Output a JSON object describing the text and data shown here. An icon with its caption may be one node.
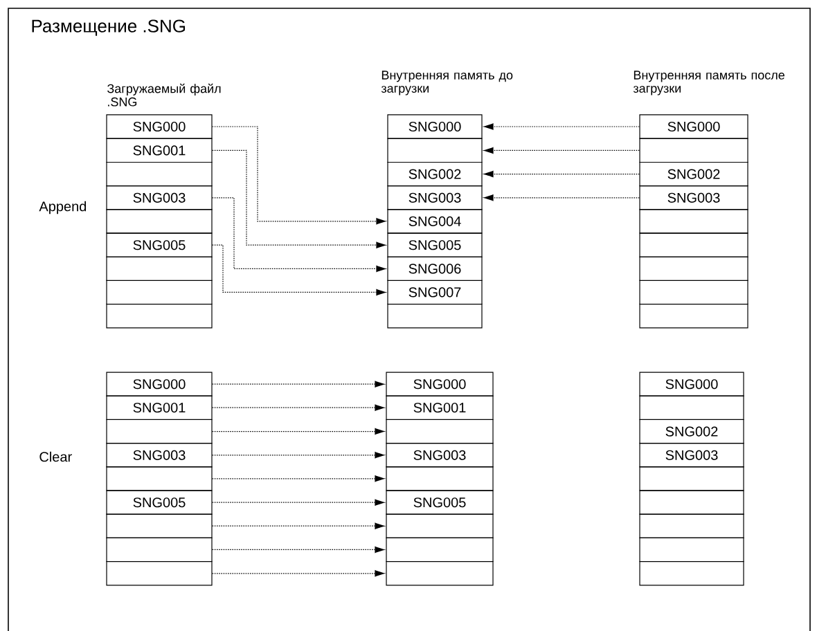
{
  "diagram": {
    "title": "Размещение .SNG",
    "nodes": [
      {
        "text": [
          "SNG000"
        ]
      },
      {
        "text": [
          "SNG001"
        ]
      },
      {
        "text": [],
        "shape": "box"
      },
      {
        "text": [
          "SNG003"
        ]
      },
      {
        "text": [],
        "shape": "box"
      },
      {
        "text": [
          "SNG005"
        ]
      },
      {
        "text": [],
        "shape": "box"
      },
      {
        "text": [],
        "shape": "box"
      },
      {
        "text": [],
        "shape": "box"
      },
      {
        "text": [
          "SNG000"
        ]
      },
      {
        "text": [],
        "shape": "box"
      },
      {
        "text": [
          "SNG002"
        ]
      },
      {
        "text": [
          "SNG003"
        ]
      },
      {
        "text": [
          "SNG004"
        ]
      },
      {
        "text": [
          "SNG005"
        ]
      },
      {
        "text": [
          "SNG006"
        ]
      },
      {
        "text": [
          "SNG007"
        ]
      },
      {
        "text": [],
        "shape": "box"
      },
      {
        "text": [
          "SNG000"
        ]
      },
      {
        "text": [],
        "shape": "box"
      },
      {
        "text": [
          "SNG002"
        ]
      },
      {
        "text": [
          "SNG003"
        ]
      },
      {
        "text": [],
        "shape": "box"
      },
      {
        "text": [],
        "shape": "box"
      },
      {
        "text": [],
        "shape": "box"
      },
      {
        "text": [],
        "shape": "box"
      },
      {
        "text": [],
        "shape": "box"
      },
      {
        "text": [
          "SNG000"
        ]
      },
      {
        "text": [
          "SNG001"
        ]
      },
      {
        "text": [],
        "shape": "box"
      },
      {
        "text": [
          "SNG003"
        ]
      },
      {
        "text": [],
        "shape": "box"
      },
      {
        "text": [
          "SNG005"
        ]
      },
      {
        "text": [],
        "shape": "box"
      },
      {
        "text": [],
        "shape": "box"
      },
      {
        "text": [],
        "shape": "box"
      },
      {
        "text": [
          "SNG000"
        ]
      },
      {
        "text": [
          "SNG001"
        ]
      },
      {
        "text": [],
        "shape": "box"
      },
      {
        "text": [
          "SNG003"
        ]
      },
      {
        "text": [],
        "shape": "box"
      },
      {
        "text": [
          "SNG005"
        ]
      },
      {
        "text": [],
        "shape": "box"
      },
      {
        "text": [],
        "shape": "box"
      },
      {
        "text": [],
        "shape": "box"
      },
      {
        "text": [
          "SNG000"
        ]
      },
      {
        "text": [],
        "shape": "box"
      },
      {
        "text": [
          "SNG002"
        ]
      },
      {
        "text": [
          "SNG003"
        ]
      },
      {
        "text": [],
        "shape": "box"
      },
      {
        "text": [],
        "shape": "box"
      },
      {
        "text": [],
        "shape": "box"
      },
      {
        "text": [],
        "shape": "box"
      },
      {
        "text": [],
        "shape": "box"
      }
    ],
    "edges": [
      {
        "from": 0,
        "to": 13,
        "arrow": "to"
      },
      {
        "from": 1,
        "to": 14,
        "arrow": "to"
      },
      {
        "from": 3,
        "to": 15,
        "arrow": "to"
      },
      {
        "from": 5,
        "to": 16,
        "arrow": "to"
      },
      {
        "from": 18,
        "to": 9,
        "arrow": "to"
      },
      {
        "from": 19,
        "to": 10,
        "arrow": "to"
      },
      {
        "from": 20,
        "to": 11,
        "arrow": "to"
      },
      {
        "from": 21,
        "to": 12,
        "arrow": "to"
      },
      {
        "from": 27,
        "to": 36,
        "arrow": "to"
      },
      {
        "from": 28,
        "to": 37,
        "arrow": "to"
      },
      {
        "from": 29,
        "to": 38,
        "arrow": "to"
      },
      {
        "from": 30,
        "to": 39,
        "arrow": "to"
      },
      {
        "from": 31,
        "to": 40,
        "arrow": "to"
      },
      {
        "from": 32,
        "to": 41,
        "arrow": "to"
      },
      {
        "from": 33,
        "to": 42,
        "arrow": "to"
      },
      {
        "from": 34,
        "to": 43,
        "arrow": "to"
      },
      {
        "from": 35,
        "to": 44,
        "arrow": "to"
      }
    ],
    "labels": [
      "Загружаемый файл .SNG",
      "Внутренняя память до загрузки",
      "Внутренняя память после загрузки",
      "Append",
      "Clear"
    ]
  }
}
